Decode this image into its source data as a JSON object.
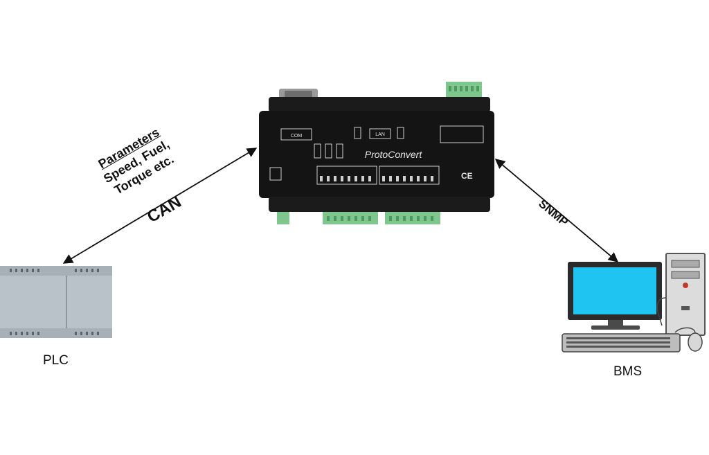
{
  "nodes": {
    "plc": {
      "label": "PLC"
    },
    "gateway": {
      "brand": "ProtoConvert",
      "port_labels": [
        "COM",
        "LAN"
      ]
    },
    "bms": {
      "label": "BMS"
    }
  },
  "links": {
    "can": {
      "protocol": "CAN",
      "parameters_title": "Parameters",
      "parameters_line1": "Speed, Fuel,",
      "parameters_line2": "Torque etc."
    },
    "snmp": {
      "protocol": "SNMP"
    }
  },
  "colors": {
    "gateway_body": "#141414",
    "terminal_green": "#7fc58e",
    "monitor_screen": "#1fc4f0",
    "plc_body": "#b9c2c9"
  },
  "icons": [
    "plc-device-icon",
    "gateway-device-icon",
    "computer-icon"
  ]
}
